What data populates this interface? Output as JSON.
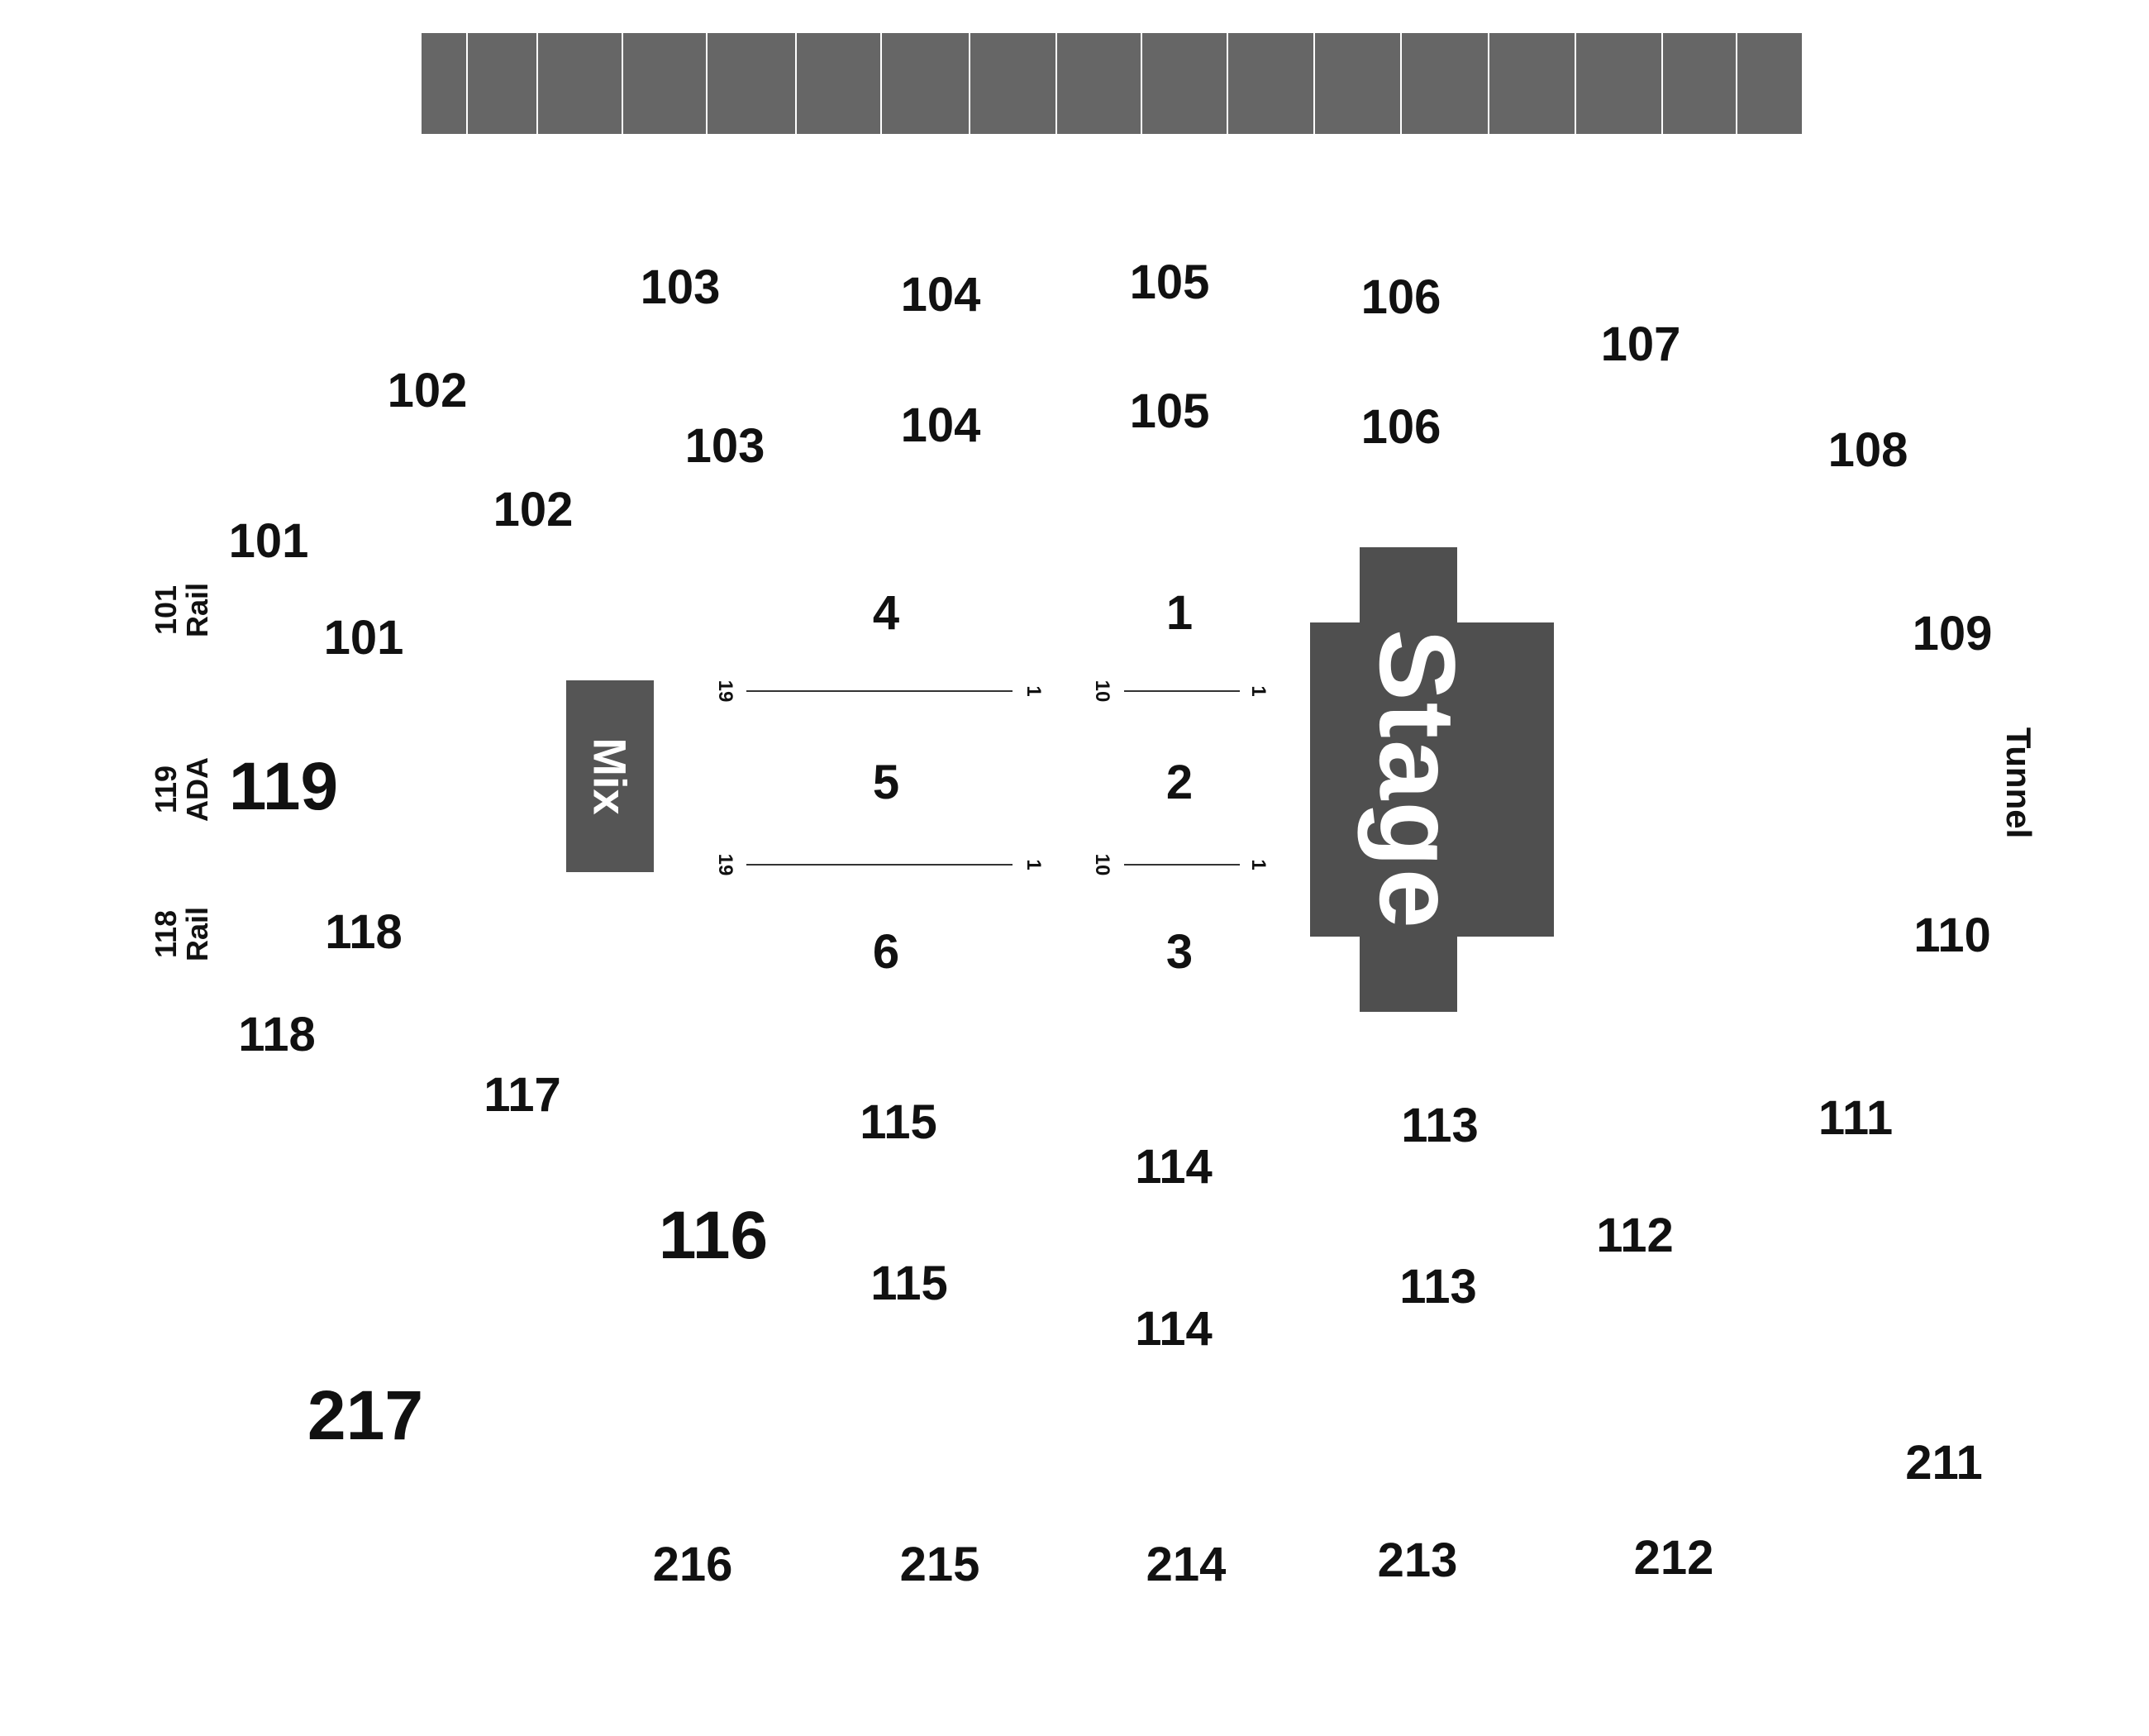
{
  "suite_count": 17,
  "sections": {
    "s103a": "103",
    "s104a": "104",
    "s105a": "105",
    "s106a": "106",
    "s107": "107",
    "s102a": "102",
    "s103b": "103",
    "s104b": "104",
    "s105b": "105",
    "s106b": "106",
    "s108": "108",
    "s102b": "102",
    "s101a": "101",
    "s101b": "101",
    "s109": "109",
    "s119": "119",
    "s118a": "118",
    "s118b": "118",
    "s110": "110",
    "s117": "117",
    "s115a": "115",
    "s113a": "113",
    "s111": "111",
    "s114a": "114",
    "s116": "116",
    "s112": "112",
    "s115b": "115",
    "s113b": "113",
    "s114b": "114",
    "s217": "217",
    "s211": "211",
    "s216": "216",
    "s215": "215",
    "s214": "214",
    "s213": "213",
    "s212": "212"
  },
  "floor": {
    "f1": "1",
    "f2": "2",
    "f3": "3",
    "f4": "4",
    "f5": "5",
    "f6": "6"
  },
  "rows": {
    "r19": "19",
    "r10": "10",
    "r1": "1"
  },
  "labels": {
    "rail_101": [
      "101",
      "Rail"
    ],
    "ada_119": [
      "119",
      "ADA"
    ],
    "rail_118": [
      "118",
      "Rail"
    ],
    "tunnel": "Tunnel",
    "mix": "Mix",
    "stage": "Stage"
  },
  "colors": {
    "suites": "#666666",
    "stage": "#4f4f4f",
    "mix": "#555555",
    "text": "#111111"
  }
}
